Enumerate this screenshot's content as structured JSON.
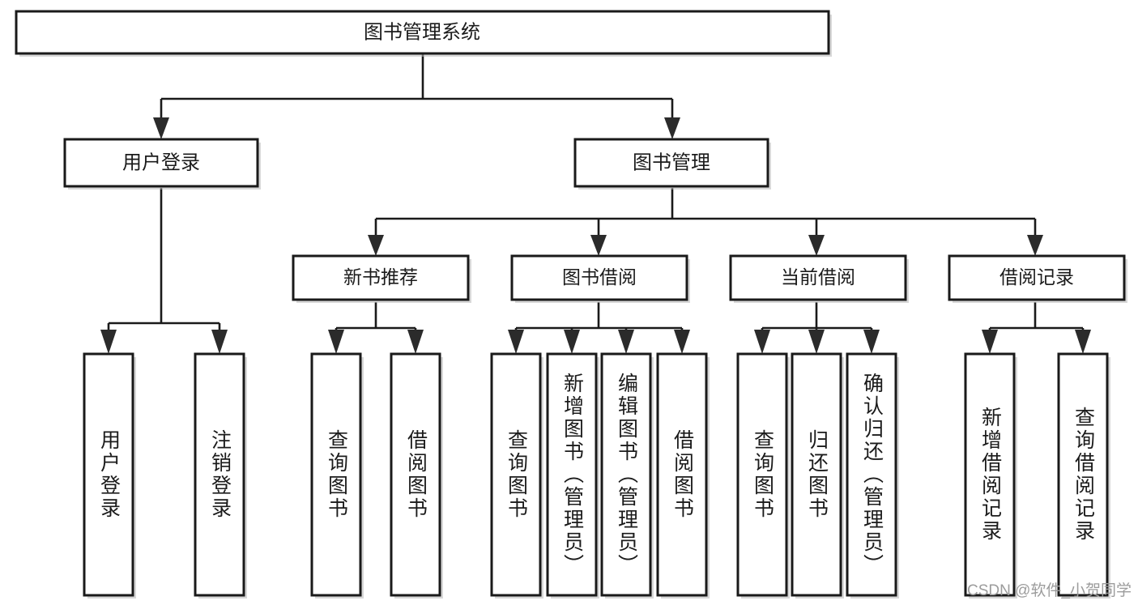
{
  "diagram": {
    "type": "tree",
    "title": "图书管理系统",
    "watermark": "CSDN @软件_小贺同学",
    "colors": {
      "background": "#ffffff",
      "box_fill": "#ffffff",
      "box_stroke": "#1a1a1a",
      "edge": "#1a1a1a",
      "text": "#1b1b1b",
      "shadow": "#b8b8b8",
      "watermark": "#9c9c9c"
    },
    "root": {
      "id": "root",
      "label": "图书管理系统"
    },
    "level1": [
      {
        "id": "user-login",
        "label": "用户登录"
      },
      {
        "id": "book-manage",
        "label": "图书管理"
      }
    ],
    "level2": [
      {
        "id": "new-book-rec",
        "label": "新书推荐",
        "parent": "book-manage"
      },
      {
        "id": "book-borrow",
        "label": "图书借阅",
        "parent": "book-manage"
      },
      {
        "id": "current-borrow",
        "label": "当前借阅",
        "parent": "book-manage"
      },
      {
        "id": "borrow-record",
        "label": "借阅记录",
        "parent": "book-manage"
      }
    ],
    "leaves": [
      {
        "id": "leaf-user-login",
        "label": "用户登录",
        "parent": "user-login"
      },
      {
        "id": "leaf-logout",
        "label": "注销登录",
        "parent": "user-login"
      },
      {
        "id": "leaf-query-book-1",
        "label": "查询图书",
        "parent": "new-book-rec"
      },
      {
        "id": "leaf-borrow-book-1",
        "label": "借阅图书",
        "parent": "new-book-rec"
      },
      {
        "id": "leaf-query-book-2",
        "label": "查询图书",
        "parent": "book-borrow"
      },
      {
        "id": "leaf-add-book",
        "label": "新增图书（管理员）",
        "parent": "book-borrow"
      },
      {
        "id": "leaf-edit-book",
        "label": "编辑图书（管理员）",
        "parent": "book-borrow"
      },
      {
        "id": "leaf-borrow-book-2",
        "label": "借阅图书",
        "parent": "book-borrow"
      },
      {
        "id": "leaf-query-book-3",
        "label": "查询图书",
        "parent": "current-borrow"
      },
      {
        "id": "leaf-return-book",
        "label": "归还图书",
        "parent": "current-borrow"
      },
      {
        "id": "leaf-confirm-return",
        "label": "确认归还（管理员）",
        "parent": "current-borrow"
      },
      {
        "id": "leaf-add-record",
        "label": "新增借阅记录",
        "parent": "borrow-record"
      },
      {
        "id": "leaf-query-record",
        "label": "查询借阅记录",
        "parent": "borrow-record"
      }
    ]
  }
}
